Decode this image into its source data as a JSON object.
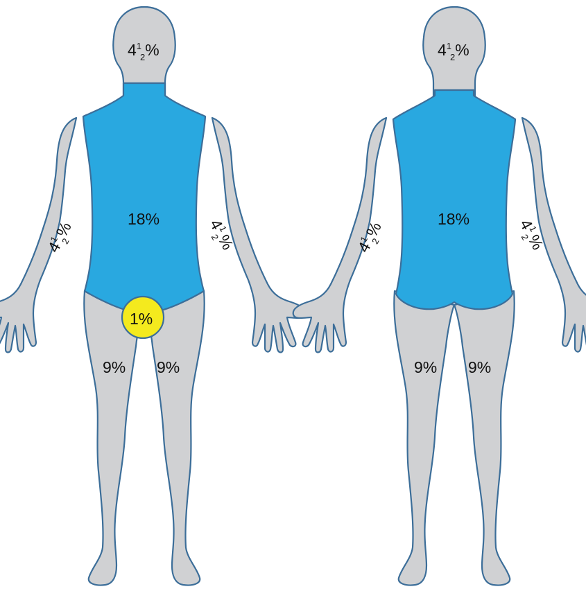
{
  "colors": {
    "skin": "#d0d1d3",
    "outline": "#3c6e99",
    "trunk": "#29a8e0",
    "groin": "#f4ea1e"
  },
  "front": {
    "head": {
      "whole": "4",
      "num": "1",
      "den": "2",
      "unit": "%"
    },
    "trunk": "18%",
    "right_arm": {
      "whole": "4",
      "num": "1",
      "den": "2",
      "unit": "%"
    },
    "left_arm": {
      "whole": "4",
      "num": "1",
      "den": "2",
      "unit": "%"
    },
    "groin": "1%",
    "right_leg": "9%",
    "left_leg": "9%"
  },
  "back": {
    "head": {
      "whole": "4",
      "num": "1",
      "den": "2",
      "unit": "%"
    },
    "trunk": "18%",
    "right_arm": {
      "whole": "4",
      "num": "1",
      "den": "2",
      "unit": "%"
    },
    "left_arm": {
      "whole": "4",
      "num": "1",
      "den": "2",
      "unit": "%"
    },
    "right_leg": "9%",
    "left_leg": "9%"
  }
}
